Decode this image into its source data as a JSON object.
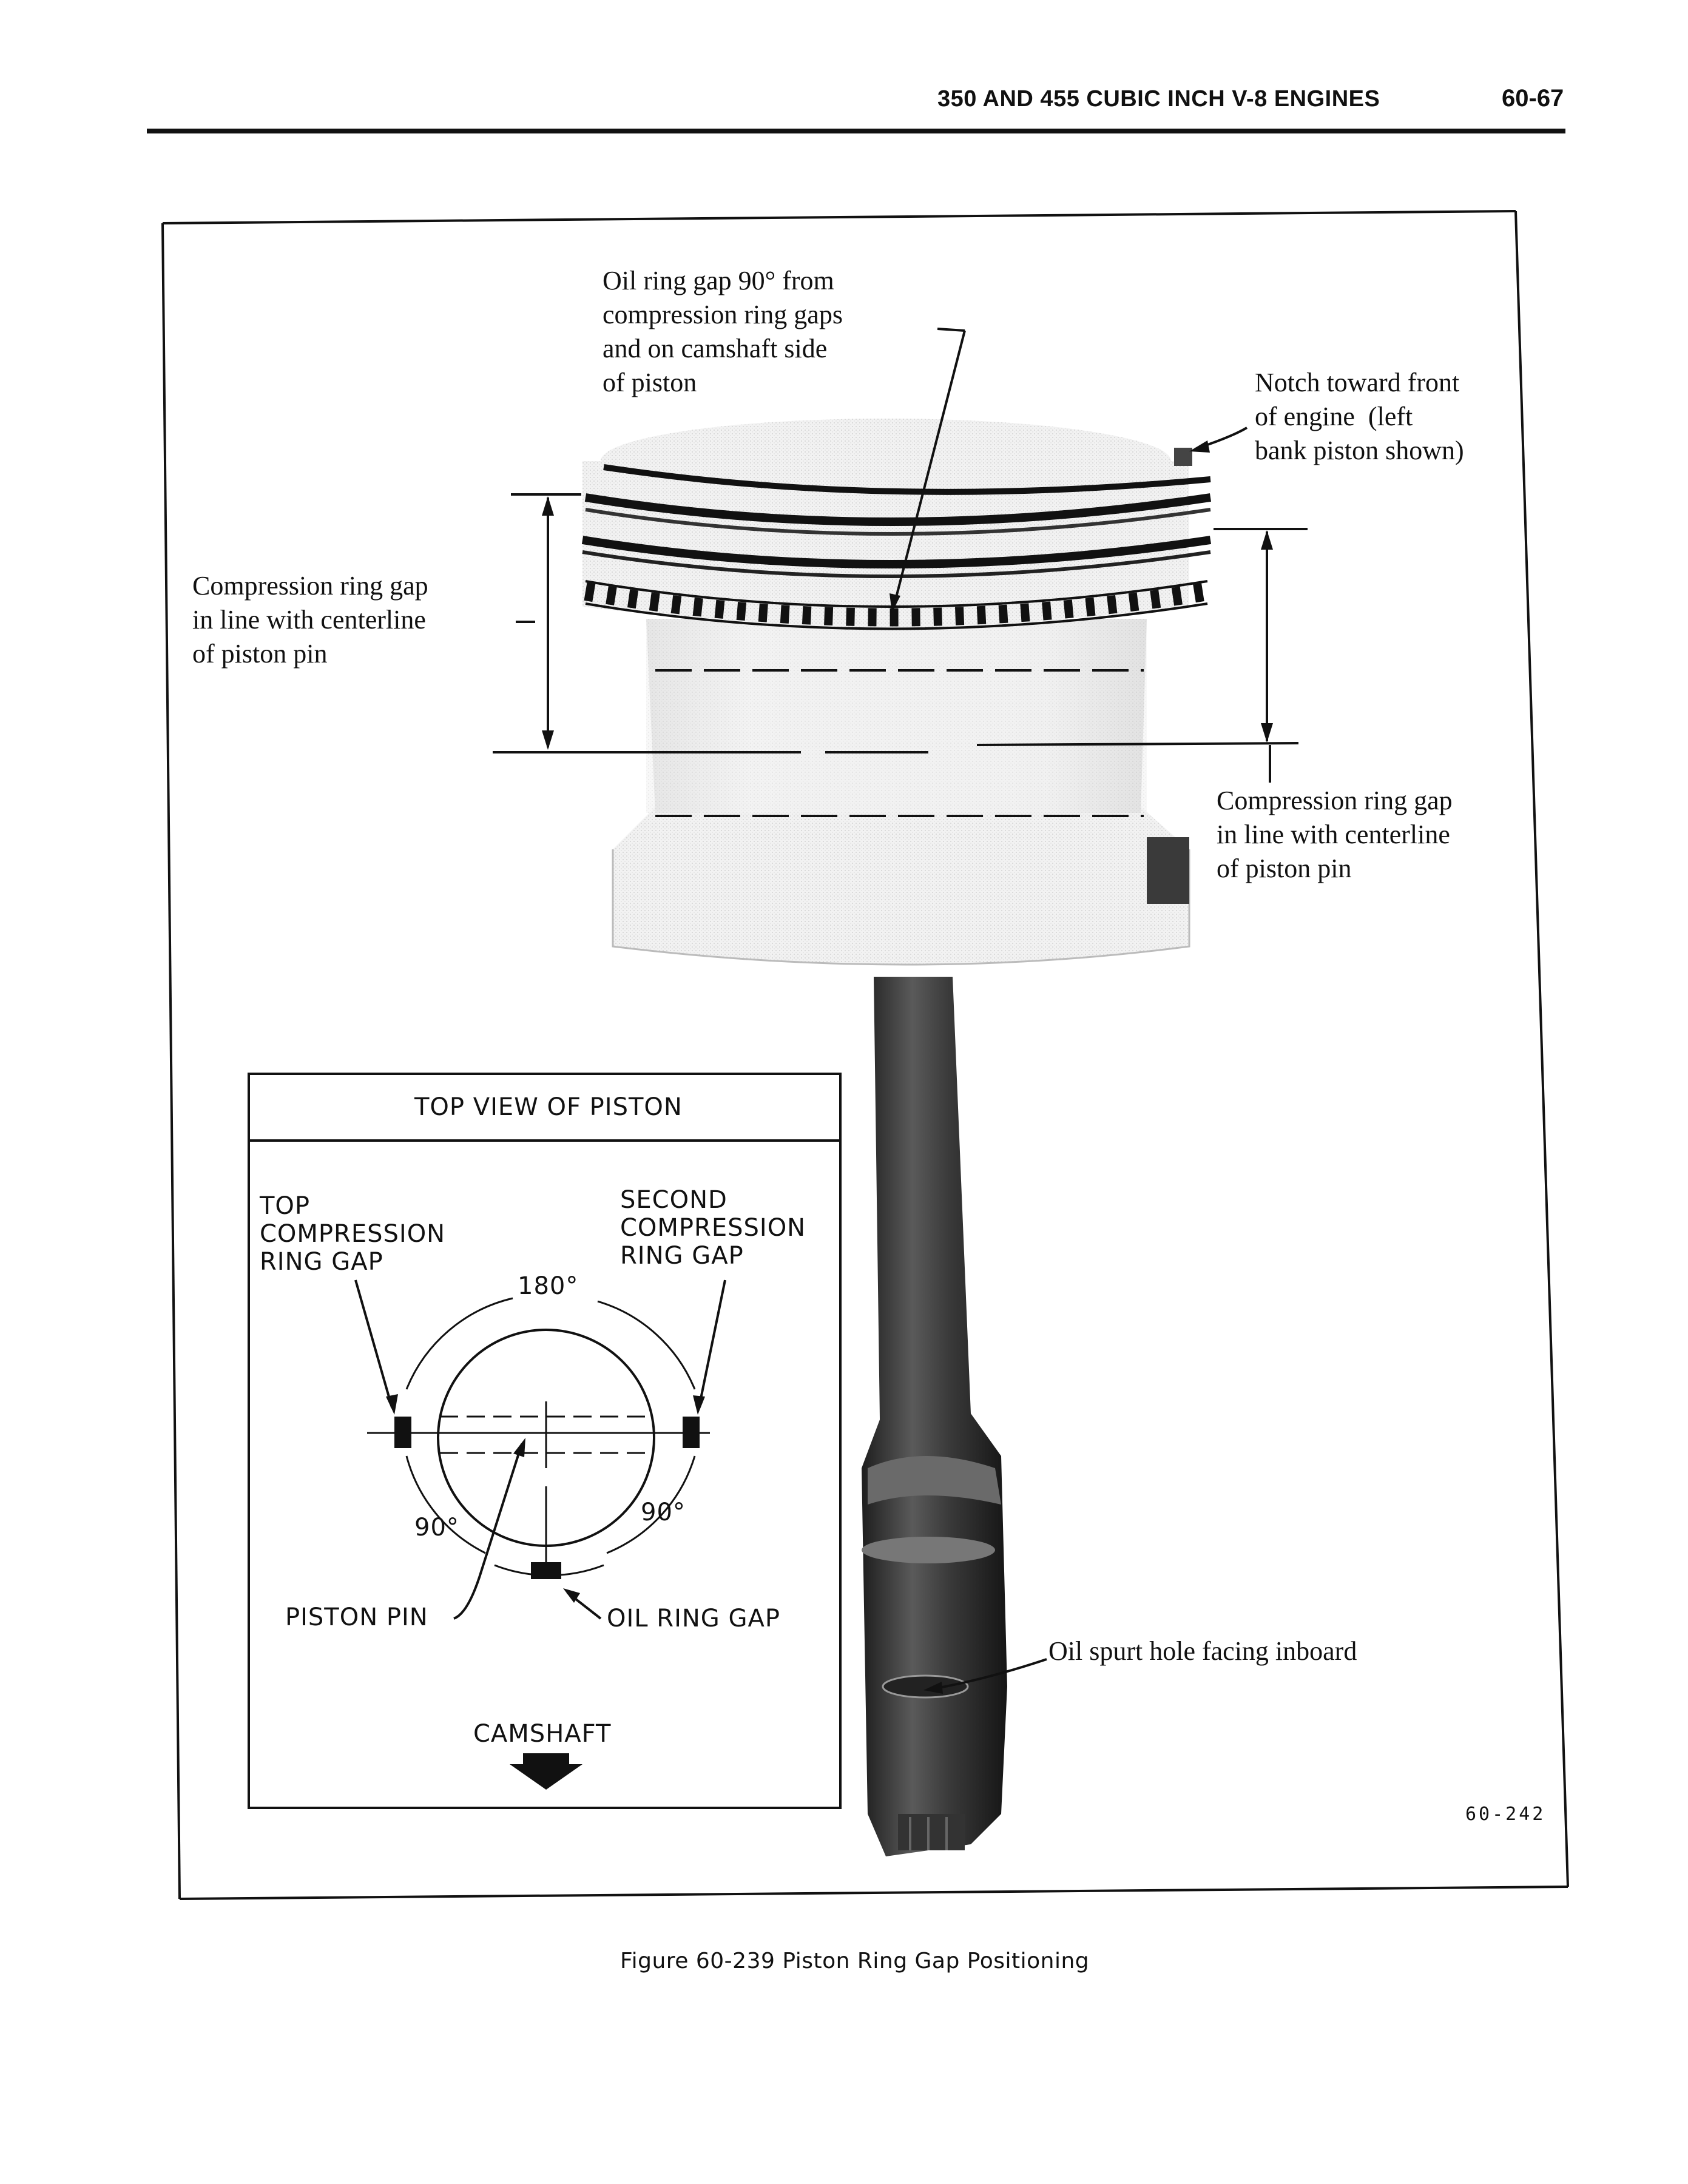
{
  "header": {
    "section_title": "350 AND 455 CUBIC INCH V-8 ENGINES",
    "page_number": "60-67"
  },
  "figure": {
    "callouts": {
      "oil_ring_gap": "Oil ring gap 90° from\ncompression ring gaps\nand on camshaft side\nof piston",
      "notch": "Notch toward front\nof engine  (left\nbank piston shown)",
      "compression_gap_left": "Compression ring gap\nin line with centerline\nof piston pin",
      "compression_gap_right": "Compression ring gap\nin line with centerline\nof piston pin",
      "oil_spurt": "Oil spurt hole facing inboard"
    },
    "inset": {
      "title": "TOP VIEW OF PISTON",
      "top_gap": "TOP\nCOMPRESSION\nRING GAP",
      "second_gap": "SECOND\nCOMPRESSION\nRING GAP",
      "angle_top": "180°",
      "angle_left": "90°",
      "angle_right": "90°",
      "piston_pin": "PISTON PIN",
      "oil_ring_gap": "OIL RING GAP",
      "camshaft": "CAMSHAFT"
    },
    "figure_id": "60-242",
    "caption": "Figure 60-239 Piston Ring Gap Positioning"
  }
}
